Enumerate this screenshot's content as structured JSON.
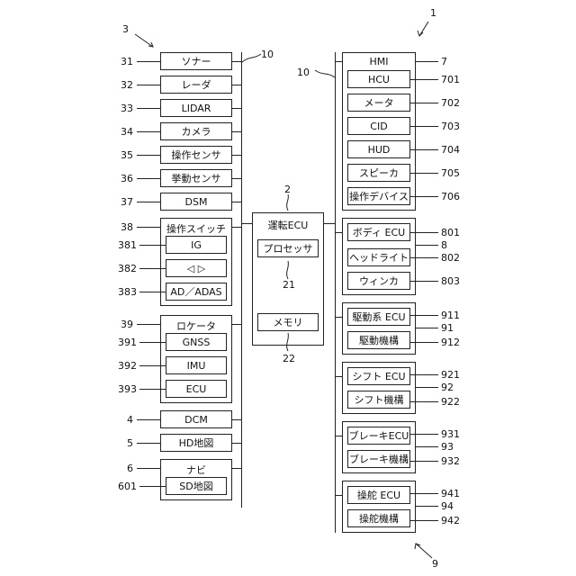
{
  "ref_main": "1",
  "ref_left_group": "3",
  "ref_right_group": "9",
  "left": {
    "bus_ref": "10",
    "items": [
      {
        "ref": "31",
        "label": "ソナー"
      },
      {
        "ref": "32",
        "label": "レーダ"
      },
      {
        "ref": "33",
        "label": "LIDAR"
      },
      {
        "ref": "34",
        "label": "カメラ"
      },
      {
        "ref": "35",
        "label": "操作センサ"
      },
      {
        "ref": "36",
        "label": "挙動センサ"
      },
      {
        "ref": "37",
        "label": "DSM"
      }
    ],
    "switch_group": {
      "ref": "38",
      "title": "操作スイッチ",
      "items": [
        {
          "ref": "381",
          "label": "IG"
        },
        {
          "ref": "382",
          "label": "◁ ▷"
        },
        {
          "ref": "383",
          "label": "AD／ADAS"
        }
      ]
    },
    "locator_group": {
      "ref": "39",
      "title": "ロケータ",
      "items": [
        {
          "ref": "391",
          "label": "GNSS"
        },
        {
          "ref": "392",
          "label": "IMU"
        },
        {
          "ref": "393",
          "label": "ECU"
        }
      ]
    },
    "dcm": {
      "ref": "4",
      "label": "DCM"
    },
    "hd_map": {
      "ref": "5",
      "label": "HD地図"
    },
    "navi_group": {
      "ref": "6",
      "title": "ナビ",
      "items": [
        {
          "ref": "601",
          "label": "SD地図"
        }
      ]
    }
  },
  "center": {
    "ref": "2",
    "title": "運転ECU",
    "processor": {
      "ref": "21",
      "label": "プロセッサ"
    },
    "memory": {
      "ref": "22",
      "label": "メモリ"
    }
  },
  "right": {
    "bus_ref": "10",
    "groups": [
      {
        "ref": "7",
        "title": "HMI",
        "items": [
          {
            "ref": "701",
            "label": "HCU"
          },
          {
            "ref": "702",
            "label": "メータ"
          },
          {
            "ref": "703",
            "label": "CID"
          },
          {
            "ref": "704",
            "label": "HUD"
          },
          {
            "ref": "705",
            "label": "スピーカ"
          },
          {
            "ref": "706",
            "label": "操作デバイス"
          }
        ]
      },
      {
        "ref": "8",
        "items": [
          {
            "ref": "801",
            "label": "ボディ ECU"
          },
          {
            "ref": "802",
            "label": "ヘッドライト"
          },
          {
            "ref": "803",
            "label": "ウィンカ"
          }
        ]
      },
      {
        "ref": "91",
        "items": [
          {
            "ref": "911",
            "label": "駆動系 ECU"
          },
          {
            "ref": "912",
            "label": "駆動機構"
          }
        ]
      },
      {
        "ref": "92",
        "items": [
          {
            "ref": "921",
            "label": "シフト ECU"
          },
          {
            "ref": "922",
            "label": "シフト機構"
          }
        ]
      },
      {
        "ref": "93",
        "items": [
          {
            "ref": "931",
            "label": "ブレーキECU"
          },
          {
            "ref": "932",
            "label": "ブレーキ機構"
          }
        ]
      },
      {
        "ref": "94",
        "items": [
          {
            "ref": "941",
            "label": "操舵 ECU"
          },
          {
            "ref": "942",
            "label": "操舵機構"
          }
        ]
      }
    ]
  }
}
